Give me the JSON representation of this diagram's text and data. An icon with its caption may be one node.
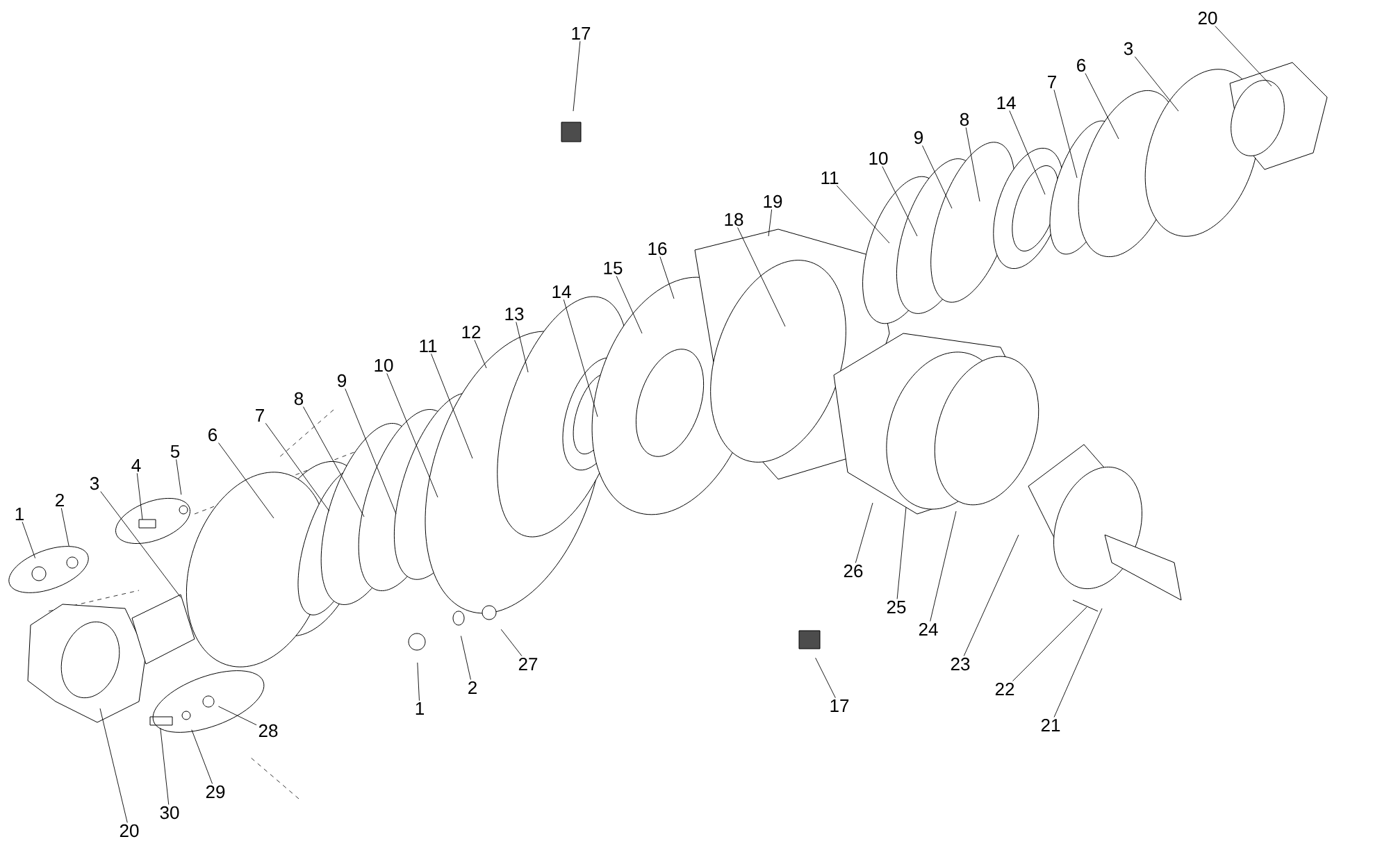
{
  "diagram": {
    "nodes": [
      {
        "text": [
          "17"
        ]
      },
      {
        "text": [
          "20"
        ]
      },
      {
        "text": [
          "3"
        ]
      },
      {
        "text": [
          "6"
        ]
      },
      {
        "text": [
          "7"
        ]
      },
      {
        "text": [
          "14"
        ]
      },
      {
        "text": [
          "8"
        ]
      },
      {
        "text": [
          "9"
        ]
      },
      {
        "text": [
          "10"
        ]
      },
      {
        "text": [
          "11"
        ]
      },
      {
        "text": [
          "19"
        ]
      },
      {
        "text": [
          "18"
        ]
      },
      {
        "text": [
          "16"
        ]
      },
      {
        "text": [
          "15"
        ]
      },
      {
        "text": [
          "14"
        ]
      },
      {
        "text": [
          "13"
        ]
      },
      {
        "text": [
          "12"
        ]
      },
      {
        "text": [
          "11"
        ]
      },
      {
        "text": [
          "10"
        ]
      },
      {
        "text": [
          "9"
        ]
      },
      {
        "text": [
          "8"
        ]
      },
      {
        "text": [
          "7"
        ]
      },
      {
        "text": [
          "6"
        ]
      },
      {
        "text": [
          "5"
        ]
      },
      {
        "text": [
          "4"
        ]
      },
      {
        "text": [
          "3"
        ]
      },
      {
        "text": [
          "2"
        ]
      },
      {
        "text": [
          "1"
        ]
      },
      {
        "text": [
          "26"
        ]
      },
      {
        "text": [
          "25"
        ]
      },
      {
        "text": [
          "27"
        ]
      },
      {
        "text": [
          "24"
        ]
      },
      {
        "text": [
          "23"
        ]
      },
      {
        "text": [
          "2"
        ]
      },
      {
        "text": [
          "22"
        ]
      },
      {
        "text": [
          "1"
        ]
      },
      {
        "text": [
          "17"
        ]
      },
      {
        "text": [
          "21"
        ]
      },
      {
        "text": [
          "28"
        ]
      },
      {
        "text": [
          "29"
        ]
      },
      {
        "text": [
          "30"
        ]
      },
      {
        "text": [
          "20"
        ]
      }
    ],
    "edges": [
      {
        "from": 0,
        "to": null,
        "arrow": "none"
      },
      {
        "from": 1,
        "to": null,
        "arrow": "none"
      },
      {
        "from": 2,
        "to": null,
        "arrow": "none"
      },
      {
        "from": 3,
        "to": null,
        "arrow": "none"
      },
      {
        "from": 4,
        "to": null,
        "arrow": "none"
      },
      {
        "from": 5,
        "to": null,
        "arrow": "none"
      },
      {
        "from": 6,
        "to": null,
        "arrow": "none"
      },
      {
        "from": 7,
        "to": null,
        "arrow": "none"
      },
      {
        "from": 8,
        "to": null,
        "arrow": "none"
      },
      {
        "from": 9,
        "to": null,
        "arrow": "none"
      },
      {
        "from": 10,
        "to": null,
        "arrow": "none"
      },
      {
        "from": 11,
        "to": null,
        "arrow": "none"
      },
      {
        "from": 12,
        "to": null,
        "arrow": "none"
      },
      {
        "from": 13,
        "to": null,
        "arrow": "none"
      },
      {
        "from": 14,
        "to": null,
        "arrow": "none"
      },
      {
        "from": 15,
        "to": null,
        "arrow": "none"
      },
      {
        "from": 16,
        "to": null,
        "arrow": "none"
      },
      {
        "from": 17,
        "to": null,
        "arrow": "none"
      },
      {
        "from": 18,
        "to": null,
        "arrow": "none"
      },
      {
        "from": 19,
        "to": null,
        "arrow": "none"
      },
      {
        "from": 20,
        "to": null,
        "arrow": "none"
      },
      {
        "from": 21,
        "to": null,
        "arrow": "none"
      },
      {
        "from": 22,
        "to": null,
        "arrow": "none"
      },
      {
        "from": 23,
        "to": null,
        "arrow": "none"
      },
      {
        "from": 24,
        "to": null,
        "arrow": "none"
      },
      {
        "from": 25,
        "to": null,
        "arrow": "none"
      },
      {
        "from": 26,
        "to": null,
        "arrow": "none"
      },
      {
        "from": 27,
        "to": null,
        "arrow": "none"
      },
      {
        "from": 28,
        "to": null,
        "arrow": "none"
      },
      {
        "from": 29,
        "to": null,
        "arrow": "none"
      },
      {
        "from": 30,
        "to": null,
        "arrow": "none"
      },
      {
        "from": 31,
        "to": null,
        "arrow": "none"
      },
      {
        "from": 32,
        "to": null,
        "arrow": "none"
      },
      {
        "from": 33,
        "to": null,
        "arrow": "none"
      },
      {
        "from": 34,
        "to": null,
        "arrow": "none"
      },
      {
        "from": 35,
        "to": null,
        "arrow": "none"
      },
      {
        "from": 36,
        "to": null,
        "arrow": "none"
      },
      {
        "from": 37,
        "to": null,
        "arrow": "none"
      },
      {
        "from": 38,
        "to": null,
        "arrow": "none"
      },
      {
        "from": 39,
        "to": null,
        "arrow": "none"
      },
      {
        "from": 40,
        "to": null,
        "arrow": "none"
      },
      {
        "from": 41,
        "to": null,
        "arrow": "none"
      }
    ]
  }
}
